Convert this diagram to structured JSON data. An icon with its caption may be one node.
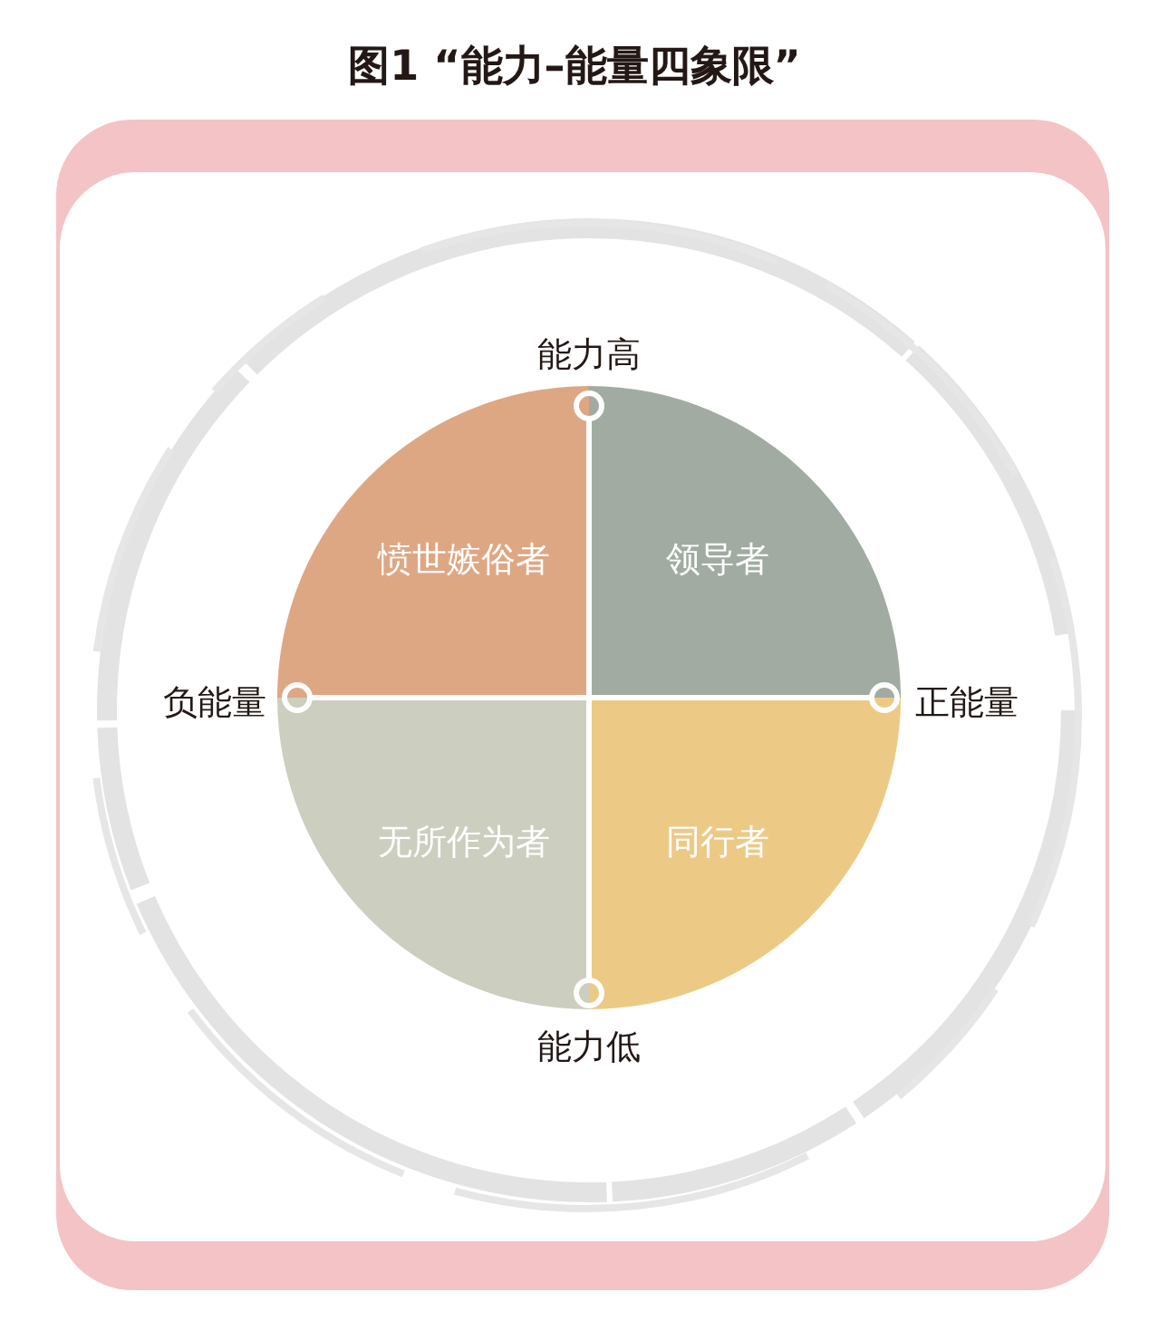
{
  "diagram": {
    "title": "图1 “能力–能量四象限”",
    "nodes": [
      {
        "text": [
          "愤世嫉俗者"
        ]
      },
      {
        "text": [
          "领导者"
        ]
      },
      {
        "text": [
          "无所作为者"
        ]
      },
      {
        "text": [
          "同行者"
        ]
      }
    ],
    "labels": [
      "能力高",
      "负能量",
      "正能量",
      "能力低"
    ]
  }
}
